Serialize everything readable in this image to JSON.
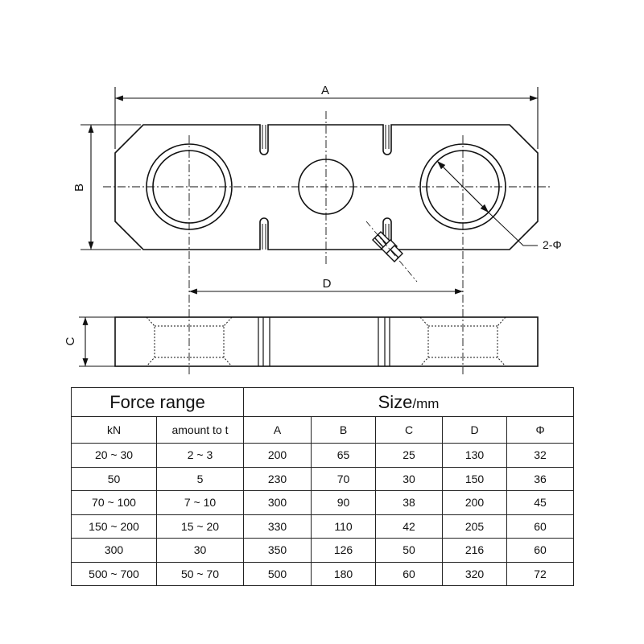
{
  "drawing": {
    "dim_a": "A",
    "dim_b": "B",
    "dim_c": "C",
    "dim_d": "D",
    "dim_hole": "2-Φ"
  },
  "table": {
    "force_range_header": "Force range",
    "size_header": "Size",
    "size_unit": "/mm",
    "col_kn": "kN",
    "col_amount": "amount to  t",
    "col_a": "A",
    "col_b": "B",
    "col_c": "C",
    "col_d": "D",
    "col_phi": "Φ",
    "rows": [
      {
        "kn": "20 ~ 30",
        "t": "2 ~ 3",
        "a": "200",
        "b": "65",
        "c": "25",
        "d": "130",
        "phi": "32"
      },
      {
        "kn": "50",
        "t": "5",
        "a": "230",
        "b": "70",
        "c": "30",
        "d": "150",
        "phi": "36"
      },
      {
        "kn": "70 ~ 100",
        "t": "7 ~ 10",
        "a": "300",
        "b": "90",
        "c": "38",
        "d": "200",
        "phi": "45"
      },
      {
        "kn": "150 ~ 200",
        "t": "15 ~ 20",
        "a": "330",
        "b": "110",
        "c": "42",
        "d": "205",
        "phi": "60"
      },
      {
        "kn": "300",
        "t": "30",
        "a": "350",
        "b": "126",
        "c": "50",
        "d": "216",
        "phi": "60"
      },
      {
        "kn": "500 ~ 700",
        "t": "50 ~ 70",
        "a": "500",
        "b": "180",
        "c": "60",
        "d": "320",
        "phi": "72"
      }
    ]
  }
}
